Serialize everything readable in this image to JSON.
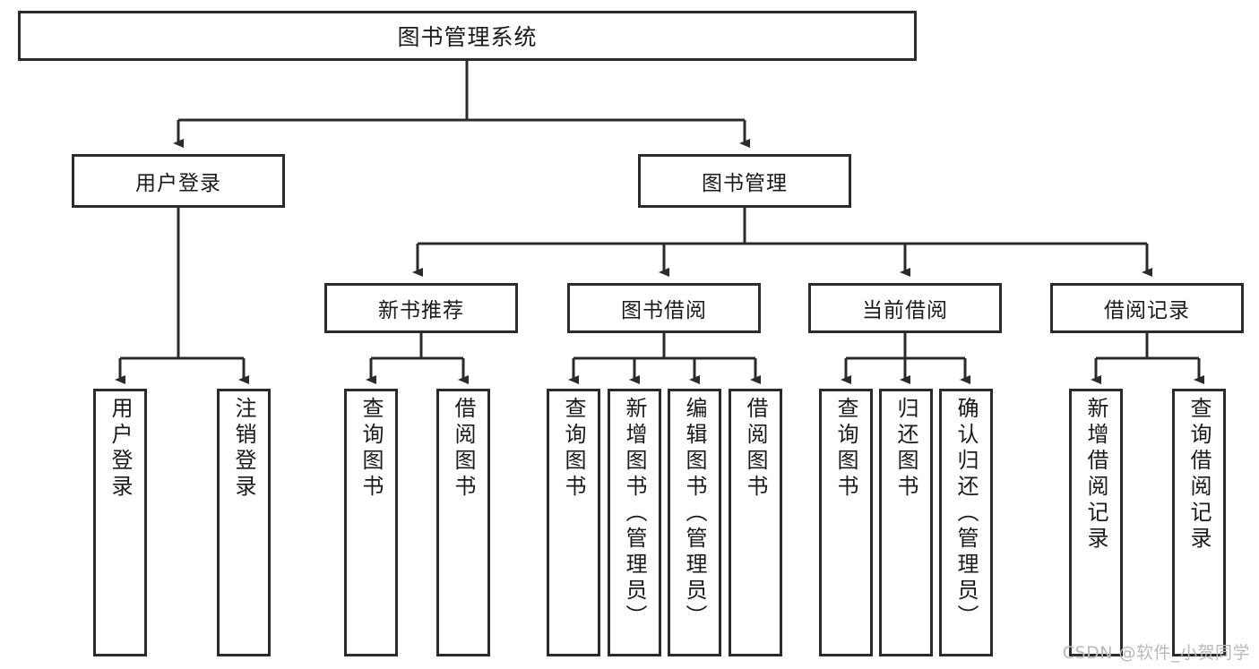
{
  "diagram": {
    "title": "图书管理系统",
    "type": "tree-hierarchy-diagram",
    "box_border_color": "#2b2b2b",
    "box_fill_color": "#ffffff",
    "background_color": "#ffffff"
  },
  "root": {
    "label": "图书管理系统"
  },
  "level2": [
    {
      "label": "用户登录"
    },
    {
      "label": "图书管理"
    }
  ],
  "level3": [
    {
      "label": "新书推荐"
    },
    {
      "label": "图书借阅"
    },
    {
      "label": "当前借阅"
    },
    {
      "label": "借阅记录"
    }
  ],
  "leaves": {
    "user_login": [
      {
        "label": "用户登录"
      },
      {
        "label": "注销登录"
      }
    ],
    "new_book_recommend": [
      {
        "label": "查询图书"
      },
      {
        "label": "借阅图书"
      }
    ],
    "book_borrow": [
      {
        "label": "查询图书"
      },
      {
        "label": "新增图书（管理员）"
      },
      {
        "label": "编辑图书（管理员）"
      },
      {
        "label": "借阅图书"
      }
    ],
    "current_borrow": [
      {
        "label": "查询图书"
      },
      {
        "label": "归还图书"
      },
      {
        "label": "确认归还（管理员）"
      }
    ],
    "borrow_record": [
      {
        "label": "新增借阅记录"
      },
      {
        "label": "查询借阅记录"
      }
    ]
  },
  "watermark": {
    "text": "CSDN @软件_小贺同学"
  }
}
